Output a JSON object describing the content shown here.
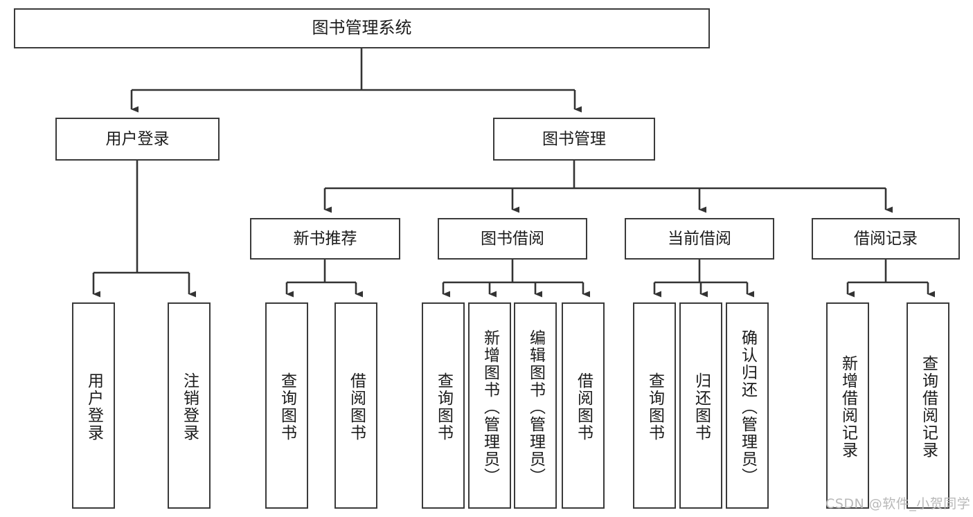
{
  "diagram": {
    "title": "图书管理系统",
    "type": "tree-hierarchy",
    "watermark": "CSDN @软件_小贺同学",
    "colors": {
      "box_border": "#3a3a3a",
      "box_fill": "#ffffff",
      "connector": "#333333",
      "text": "#1b1b1b",
      "watermark": "#b8b8b8"
    },
    "levels": {
      "root": {
        "label": "图书管理系统"
      },
      "level2": [
        {
          "label": "用户登录"
        },
        {
          "label": "图书管理"
        }
      ],
      "level3": [
        {
          "label": "新书推荐"
        },
        {
          "label": "图书借阅"
        },
        {
          "label": "当前借阅"
        },
        {
          "label": "借阅记录"
        }
      ],
      "leaves": {
        "user_login": [
          {
            "label": "用户登录"
          },
          {
            "label": "注销登录"
          }
        ],
        "new_book_recommend": [
          {
            "label": "查询图书"
          },
          {
            "label": "借阅图书"
          }
        ],
        "book_borrow": [
          {
            "label": "查询图书"
          },
          {
            "label": "新增图书（管理员）"
          },
          {
            "label": "编辑图书（管理员）"
          },
          {
            "label": "借阅图书"
          }
        ],
        "current_borrow": [
          {
            "label": "查询图书"
          },
          {
            "label": "归还图书"
          },
          {
            "label": "确认归还（管理员）"
          }
        ],
        "borrow_record": [
          {
            "label": "新增借阅记录"
          },
          {
            "label": "查询借阅记录"
          }
        ]
      }
    }
  }
}
